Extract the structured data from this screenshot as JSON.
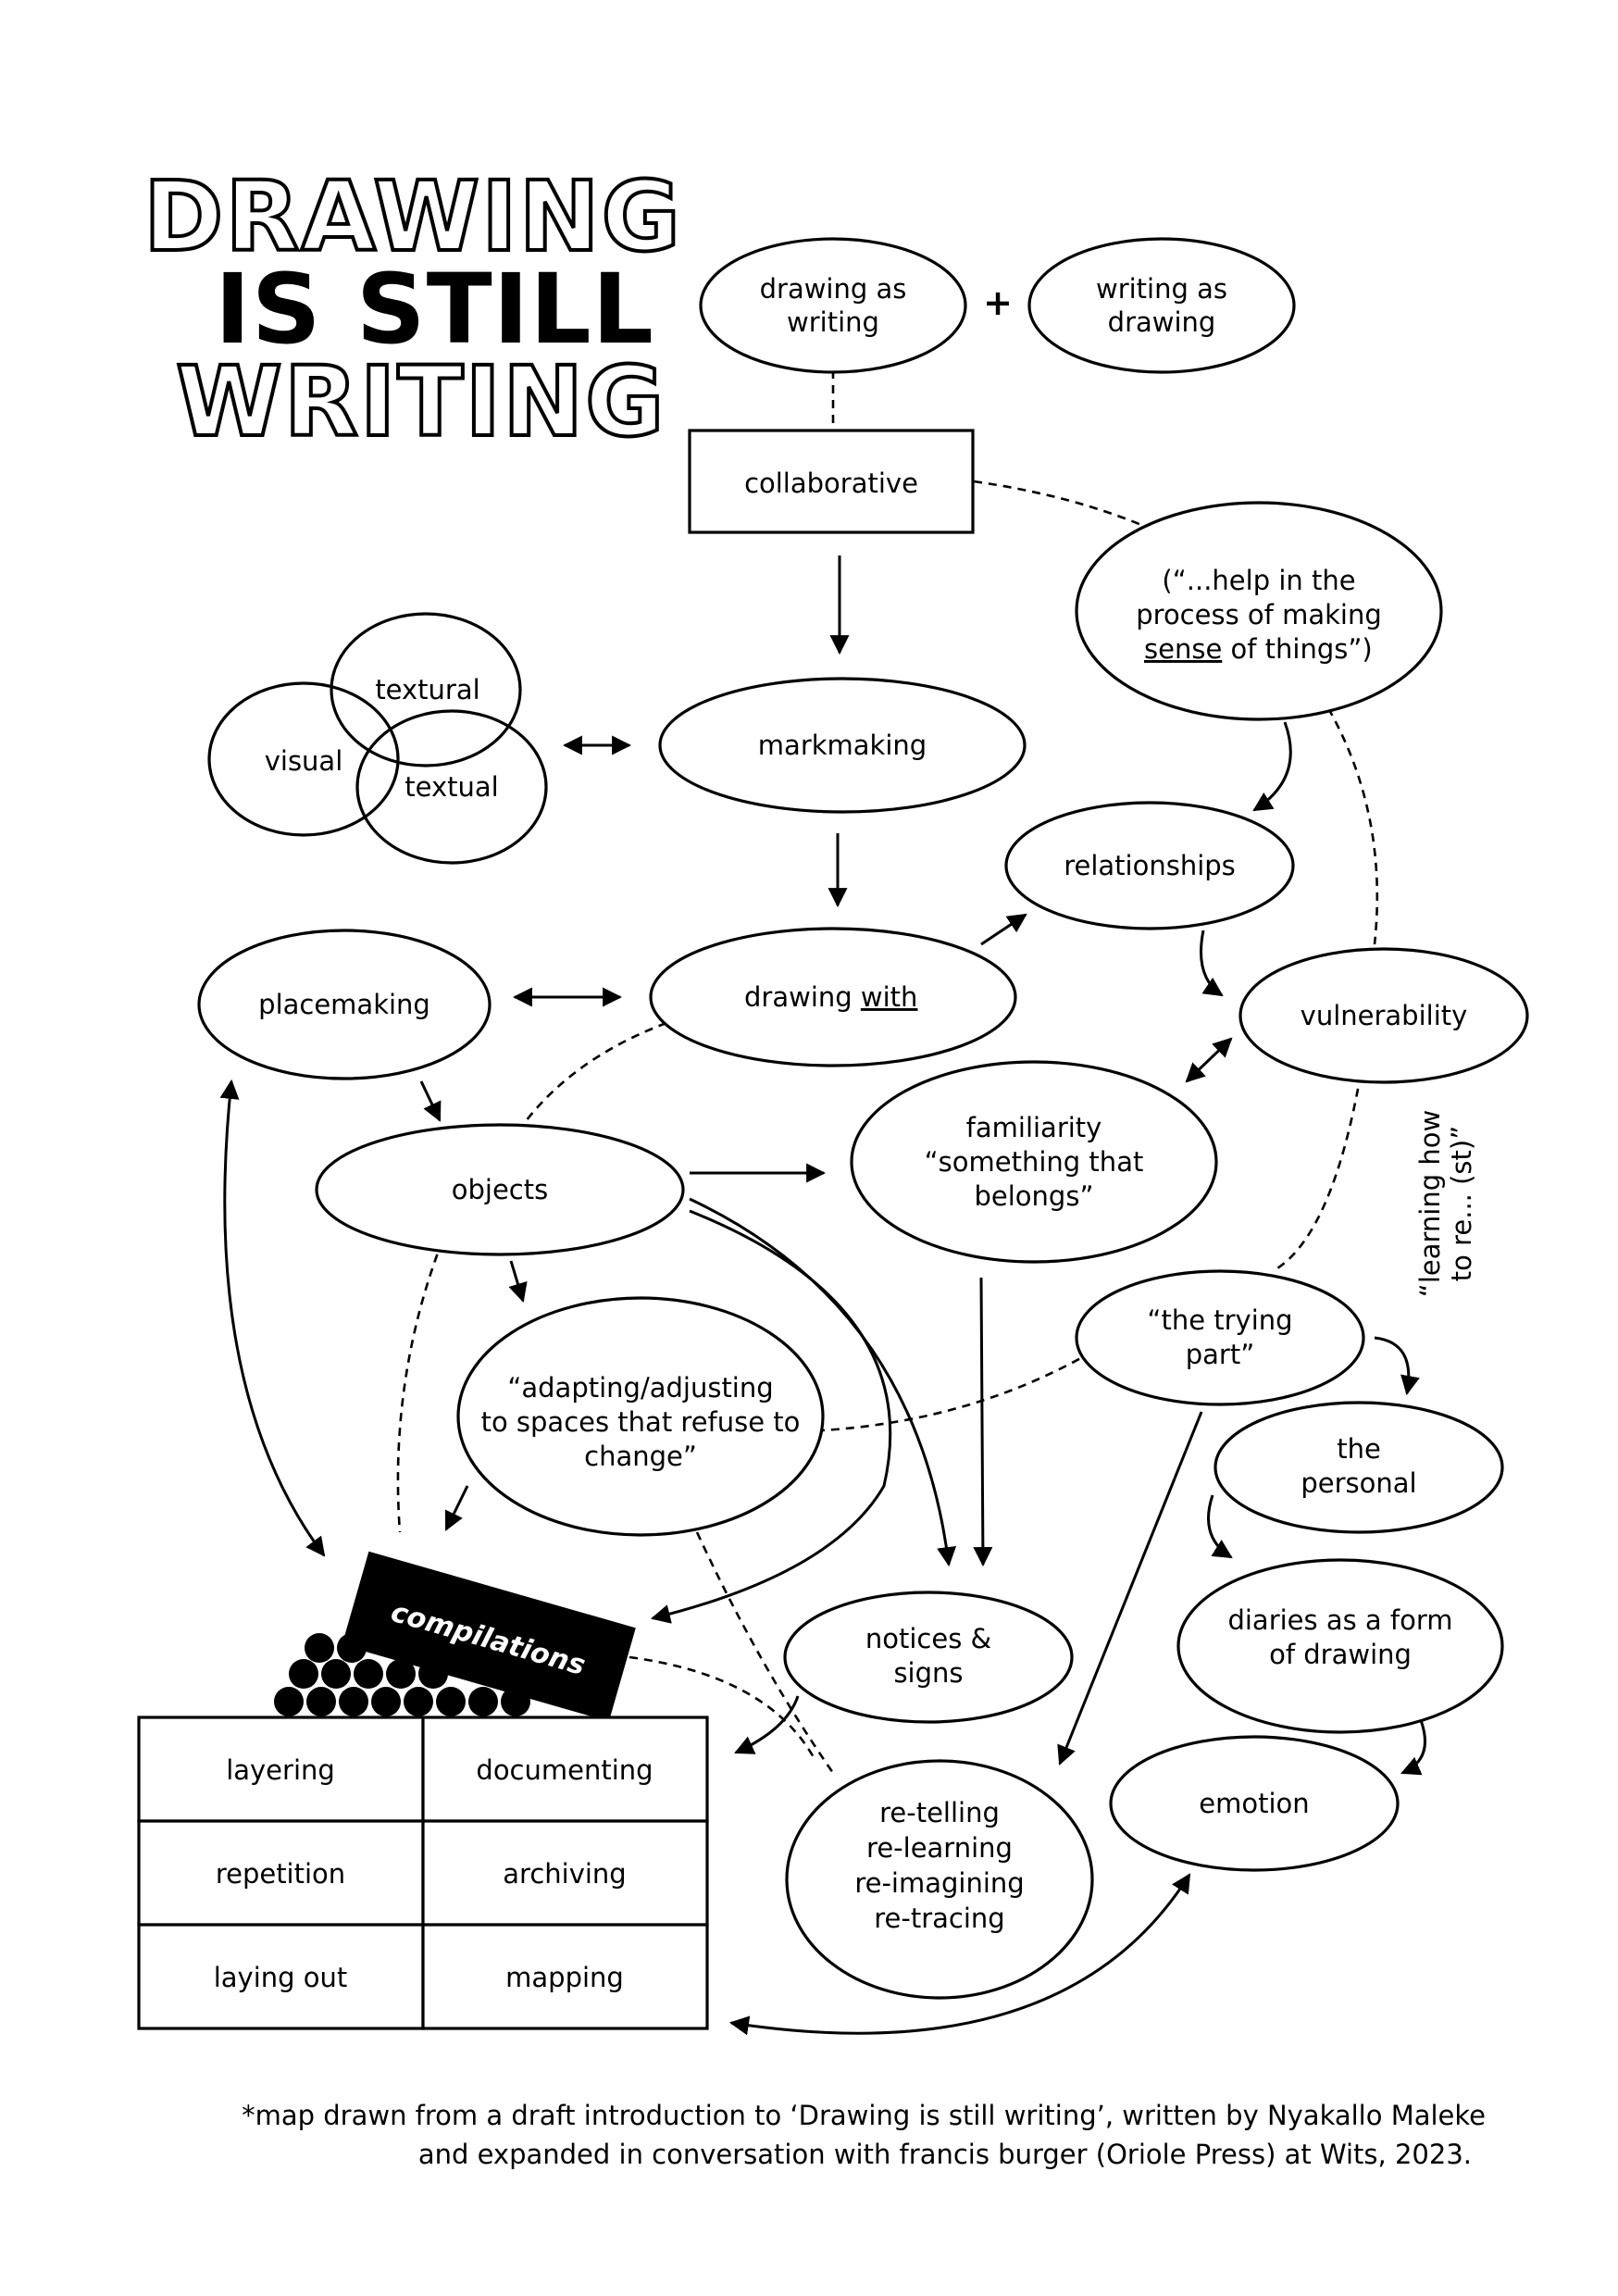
{
  "title": {
    "line1": "DRAWING",
    "line2": "IS STILL",
    "line3": "WRITING"
  },
  "nodes": {
    "drawing_as_writing": [
      "drawing as",
      "writing"
    ],
    "plus": "+",
    "writing_as_drawing": [
      "writing as",
      "drawing"
    ],
    "collaborative": "collaborative",
    "help_quote": [
      "(“...help in the",
      "process of making",
      "sense",
      " of things”)"
    ],
    "textural": "textural",
    "visual": "visual",
    "textual": "textual",
    "markmaking": "markmaking",
    "relationships": "relationships",
    "placemaking": "placemaking",
    "drawing_with": [
      "drawing ",
      "with"
    ],
    "vulnerability": "vulnerability",
    "objects": "objects",
    "familiarity": [
      "familiarity",
      "“something that",
      "belongs”"
    ],
    "learning_how": [
      "“learning how",
      "to re... (st)”"
    ],
    "trying_part": [
      "“the trying",
      "part”"
    ],
    "adapting": [
      "“adapting/adjusting",
      "to spaces that refuse to",
      "change”"
    ],
    "the_personal": [
      "the",
      "personal"
    ],
    "compilations": "compilations",
    "notices_signs": [
      "notices &",
      "signs"
    ],
    "diaries": [
      "diaries as a form",
      "of drawing"
    ],
    "emotion": "emotion",
    "re_telling": [
      "re-telling",
      "re-learning",
      "re-imagining",
      "re-tracing"
    ]
  },
  "grid": {
    "cells": [
      "layering",
      "documenting",
      "repetition",
      "archiving",
      "laying out",
      "mapping"
    ]
  },
  "footnote": {
    "line1": "*map drawn from a draft introduction to ‘Drawing is still writing’, written by Nyakallo Maleke",
    "line2": "and expanded in conversation with francis burger (Oriole Press) at Wits, 2023."
  }
}
